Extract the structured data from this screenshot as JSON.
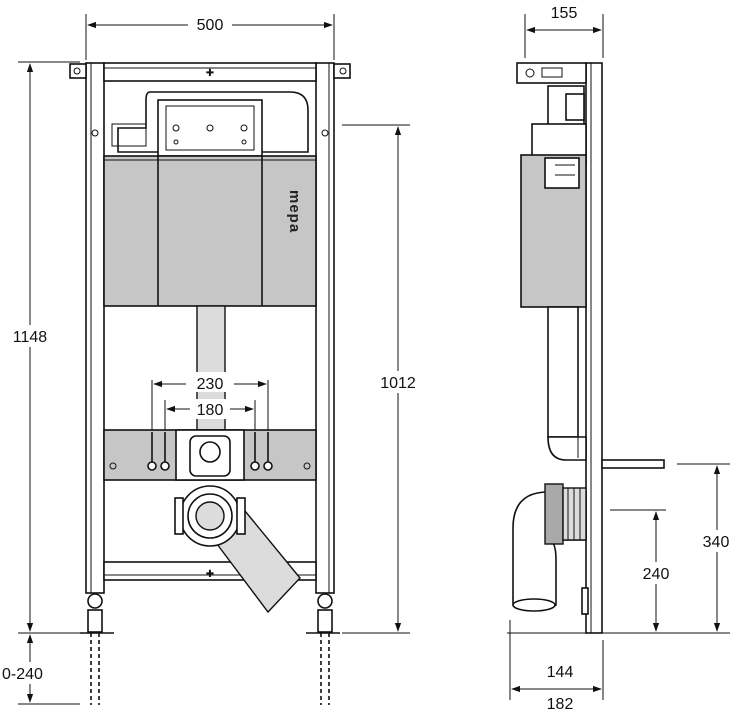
{
  "front_view": {
    "width_label": "500",
    "height_label": "1148",
    "frame_height_label": "1012",
    "spacing_outer_label": "230",
    "spacing_inner_label": "180",
    "leg_adjust_label": "0-240",
    "logo_text": "mepa"
  },
  "side_view": {
    "depth_label": "155",
    "flush_height_label": "340",
    "outlet_height_label": "240",
    "depth_min_label": "144",
    "depth_max_label": "182"
  }
}
